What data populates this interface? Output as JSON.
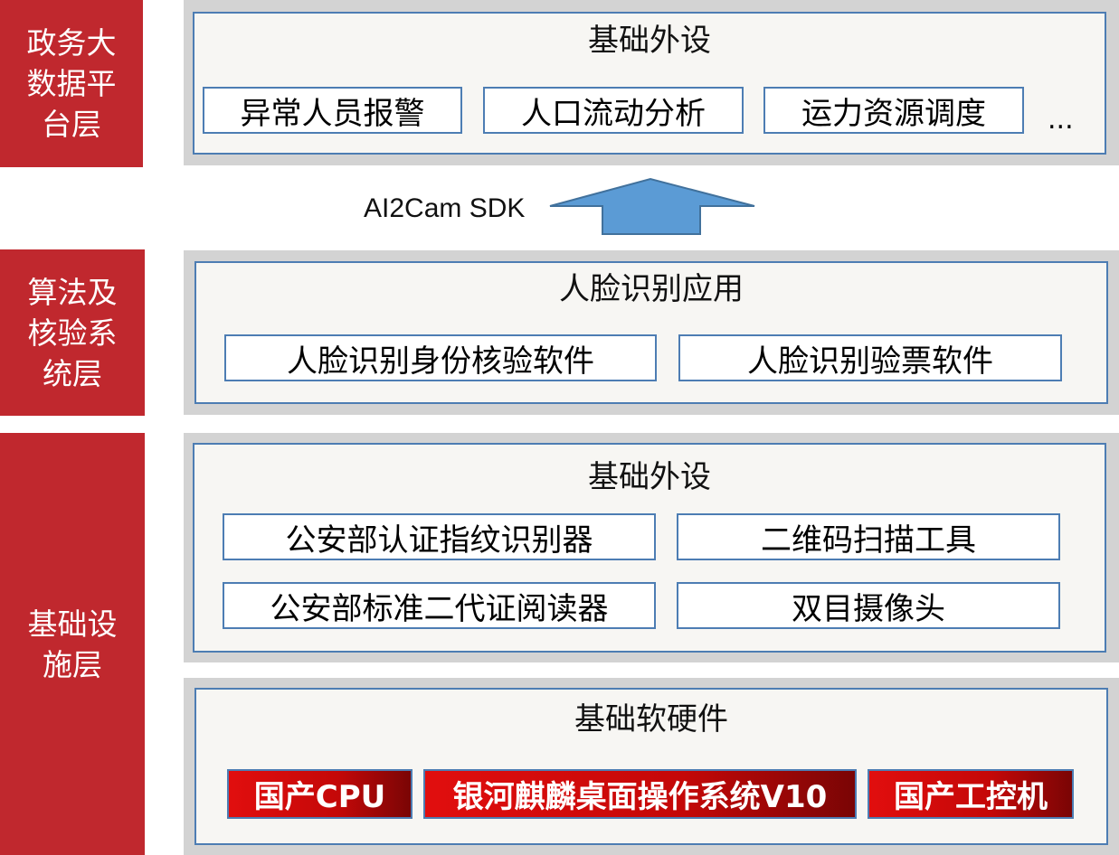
{
  "layers": [
    {
      "label": "政务大数据平台层"
    },
    {
      "label": "算法及核验系统层"
    },
    {
      "label": "基础设施层"
    }
  ],
  "platform": {
    "title": "基础外设",
    "items": [
      "异常人员报警",
      "人口流动分析",
      "运力资源调度"
    ],
    "more": "..."
  },
  "sdk": {
    "label": "AI2Cam SDK",
    "arrow_icon": "arrow-up-icon",
    "arrow_color": "#5b9bd5"
  },
  "algorithm": {
    "title": "人脸识别应用",
    "items": [
      "人脸识别身份核验软件",
      "人脸识别验票软件"
    ]
  },
  "peripherals": {
    "title": "基础外设",
    "items": [
      "公安部认证指纹识别器",
      "二维码扫描工具",
      "公安部标准二代证阅读器",
      "双目摄像头"
    ]
  },
  "software_hardware": {
    "title": "基础软硬件",
    "items": [
      "国产CPU",
      "银河麒麟桌面操作系统V10",
      "国产工控机"
    ]
  },
  "colors": {
    "layer_red": "#c0282e",
    "band_grey": "#d3d3d3",
    "panel_bg": "#f7f6f3",
    "border_blue": "#4d7db3"
  }
}
